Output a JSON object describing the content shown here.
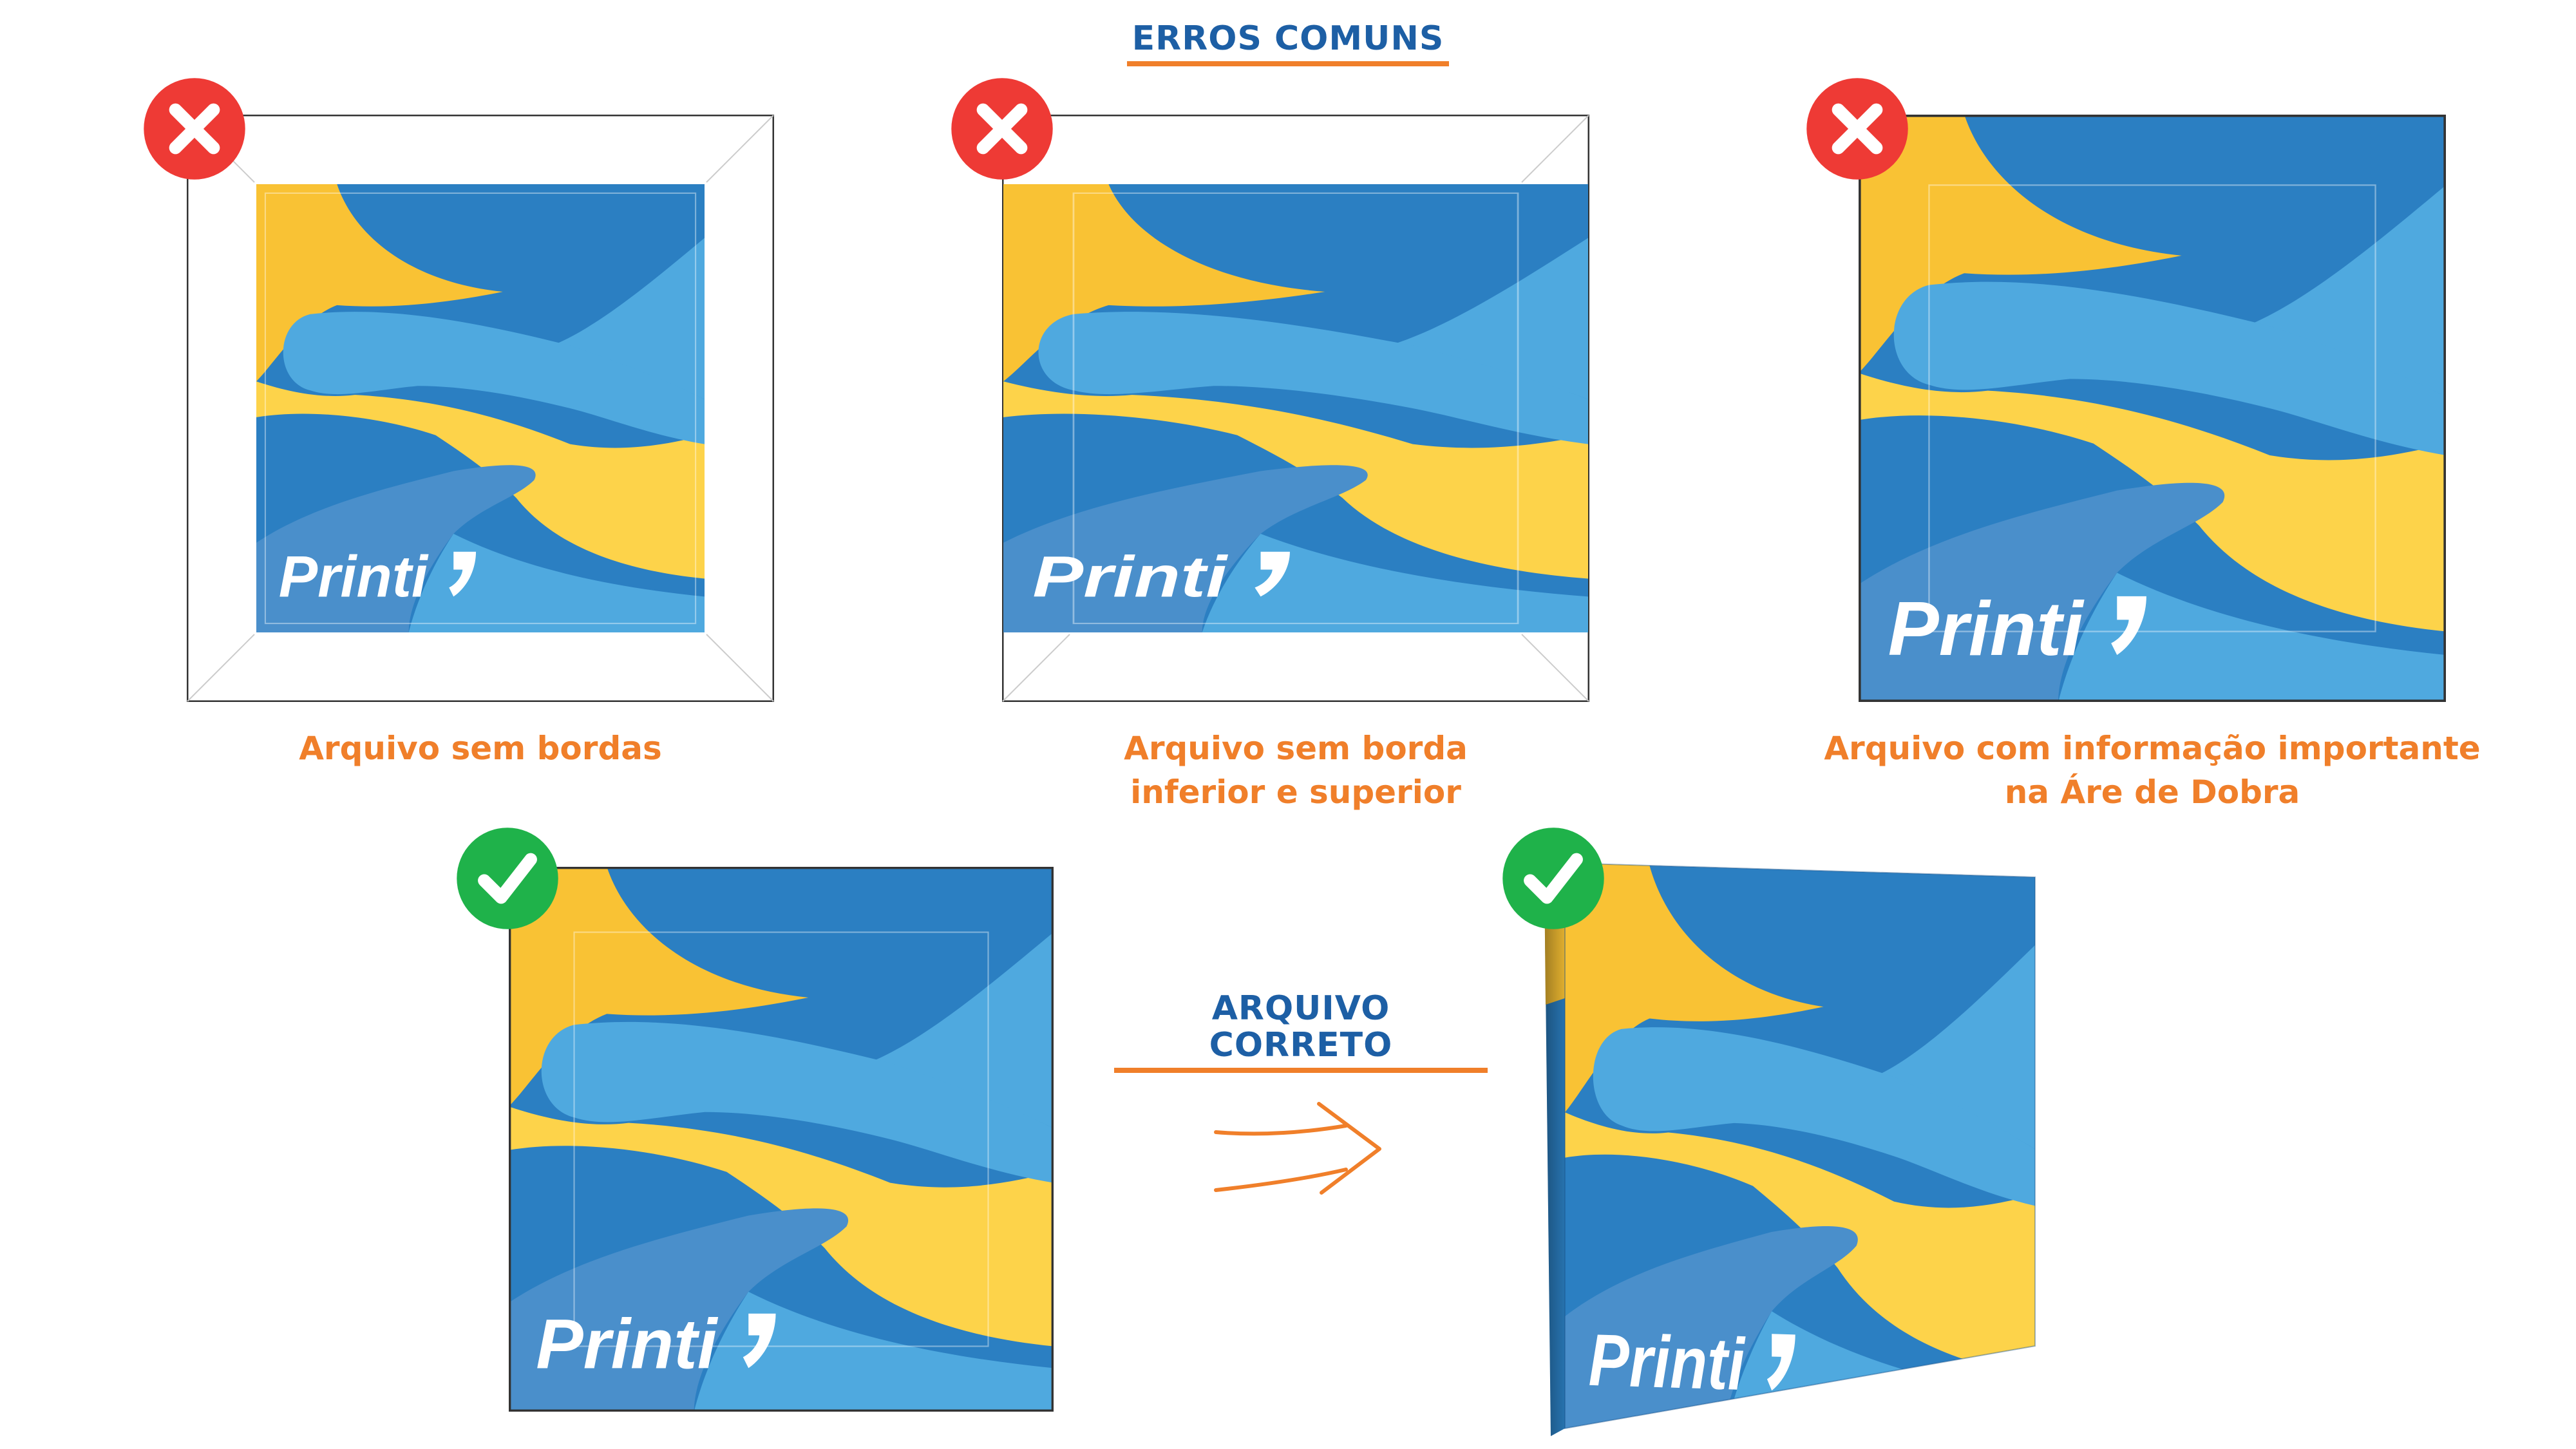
{
  "colors": {
    "yellow": "#fdd34a",
    "yellow_dark": "#f9c234",
    "blue": "#2b7fc2",
    "blue_light": "#4fa9df",
    "blue_mid": "#4a8fcb",
    "orange": "#f07f2a",
    "title_blue": "#1d5fa5",
    "error_red": "#ee3a35",
    "ok_green": "#1fb24a"
  },
  "headings": {
    "common_errors": "ERROS COMUNS",
    "correct_file": "ARQUIVO CORRETO"
  },
  "brand": "Printi",
  "examples": [
    {
      "status": "error",
      "icon": "x-mark-icon",
      "caption_lines": [
        "Arquivo sem bordas"
      ]
    },
    {
      "status": "error",
      "icon": "x-mark-icon",
      "caption_lines": [
        "Arquivo sem borda",
        "inferior e superior"
      ]
    },
    {
      "status": "error",
      "icon": "x-mark-icon",
      "caption_lines": [
        "Arquivo com informação importante",
        "na Áre de Dobra"
      ]
    },
    {
      "status": "correct",
      "icon": "check-mark-icon",
      "caption_lines": []
    }
  ],
  "result": {
    "icon": "check-mark-icon",
    "arrow_icon": "arrow-right-icon"
  }
}
